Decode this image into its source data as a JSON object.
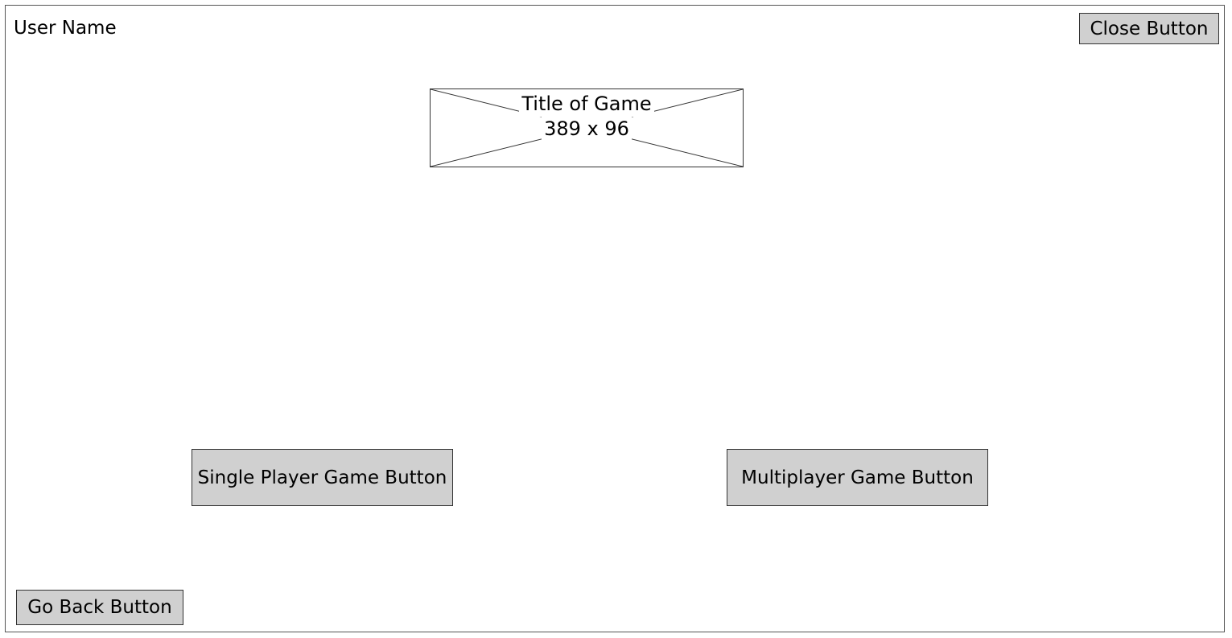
{
  "header": {
    "user_name": "User Name",
    "close_label": "Close Button"
  },
  "title_placeholder": {
    "title": "Title of Game",
    "dimensions": "389 x 96"
  },
  "main": {
    "single_player_label": "Single Player Game Button",
    "multiplayer_label": "Multiplayer Game Button"
  },
  "footer": {
    "go_back_label": "Go Back Button"
  }
}
